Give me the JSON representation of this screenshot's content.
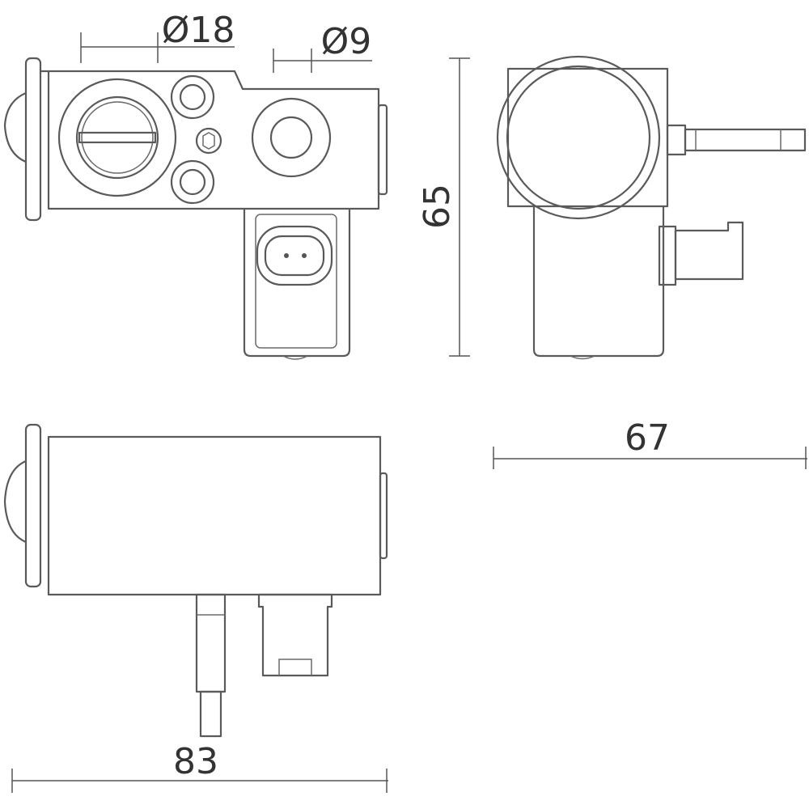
{
  "dimensions": {
    "big_diameter": "Ø18",
    "small_diameter": "Ø9",
    "height": "65",
    "width": "67",
    "length": "83"
  },
  "colors": {
    "line": "#5a5a5a",
    "text": "#333333",
    "background": "#ffffff"
  }
}
